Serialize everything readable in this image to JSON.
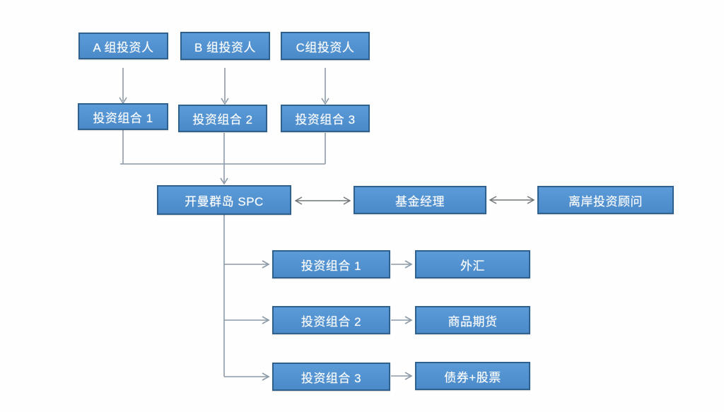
{
  "diagram": {
    "background_color": "#ffffff",
    "colors": {
      "node_fill_top": "#5b9bd8",
      "node_fill_bottom": "#4b8ac9",
      "node_border": "#2f618f",
      "node_text": "#ffffff",
      "connector_line": "#8c99a7",
      "double_arrow_line": "#6f7577"
    },
    "nodes": {
      "group_a": {
        "label": "A 组投资人"
      },
      "group_b": {
        "label": "B 组投资人"
      },
      "group_c": {
        "label": "C组投资人"
      },
      "portfolio1_top": {
        "label": "投资组合 1"
      },
      "portfolio2_top": {
        "label": "投资组合 2"
      },
      "portfolio3_top": {
        "label": "投资组合 3"
      },
      "spc": {
        "label": "开曼群岛 SPC"
      },
      "fund_manager": {
        "label": "基金经理"
      },
      "offshore_advisor": {
        "label": "离岸投资顾问"
      },
      "portfolio1_bottom": {
        "label": "投资组合 1"
      },
      "portfolio2_bottom": {
        "label": "投资组合 2"
      },
      "portfolio3_bottom": {
        "label": "投资组合 3"
      },
      "forex": {
        "label": "外汇"
      },
      "commodity_futures": {
        "label": "商品期货"
      },
      "bonds_stocks": {
        "label": "债券+股票"
      }
    },
    "edges": [
      {
        "from": "group_a",
        "to": "portfolio1_top",
        "type": "arrow"
      },
      {
        "from": "group_b",
        "to": "portfolio2_top",
        "type": "arrow"
      },
      {
        "from": "group_c",
        "to": "portfolio3_top",
        "type": "arrow"
      },
      {
        "from": "portfolio1_top",
        "to": "spc",
        "type": "arrow"
      },
      {
        "from": "portfolio2_top",
        "to": "spc",
        "type": "arrow"
      },
      {
        "from": "portfolio3_top",
        "to": "spc",
        "type": "arrow"
      },
      {
        "from": "spc",
        "to": "fund_manager",
        "type": "double-arrow"
      },
      {
        "from": "fund_manager",
        "to": "offshore_advisor",
        "type": "double-arrow"
      },
      {
        "from": "spc",
        "to": "portfolio1_bottom",
        "type": "arrow"
      },
      {
        "from": "spc",
        "to": "portfolio2_bottom",
        "type": "arrow"
      },
      {
        "from": "spc",
        "to": "portfolio3_bottom",
        "type": "arrow"
      },
      {
        "from": "portfolio1_bottom",
        "to": "forex",
        "type": "arrow"
      },
      {
        "from": "portfolio2_bottom",
        "to": "commodity_futures",
        "type": "arrow"
      },
      {
        "from": "portfolio3_bottom",
        "to": "bonds_stocks",
        "type": "arrow"
      }
    ]
  }
}
